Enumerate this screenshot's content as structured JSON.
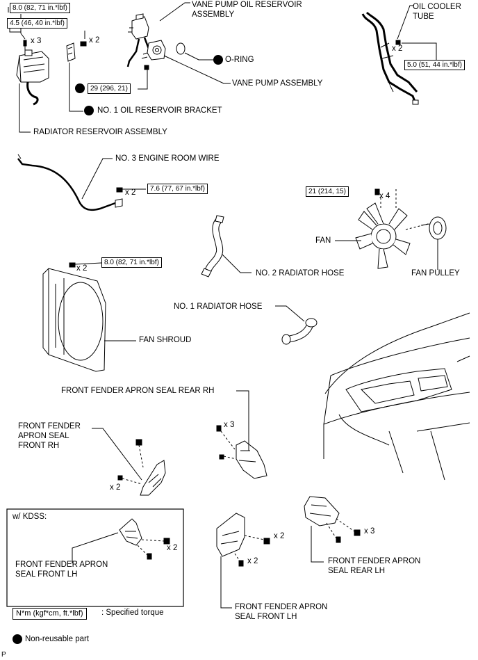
{
  "labels": {
    "vane_pump_oil_reservoir": "VANE PUMP OIL RESERVOIR\nASSEMBLY",
    "oil_cooler_tube": "OIL COOLER\nTUBE",
    "o_ring": "O-RING",
    "vane_pump_assembly": "VANE PUMP ASSEMBLY",
    "no1_oil_reservoir_bracket": "NO. 1 OIL RESERVOIR BRACKET",
    "radiator_reservoir_assembly": "RADIATOR RESERVOIR ASSEMBLY",
    "no3_engine_room_wire": "NO. 3 ENGINE ROOM WIRE",
    "fan": "FAN",
    "fan_pulley": "FAN PULLEY",
    "no2_radiator_hose": "NO. 2 RADIATOR HOSE",
    "no1_radiator_hose": "NO. 1 RADIATOR HOSE",
    "fan_shroud": "FAN SHROUD",
    "front_fender_apron_seal_rear_rh": "FRONT FENDER APRON SEAL REAR RH",
    "front_fender_apron_seal_front_rh": "FRONT FENDER\nAPRON SEAL\nFRONT RH",
    "w_kdss": "w/ KDSS:",
    "front_fender_apron_seal_front_lh_kdss": "FRONT FENDER APRON\nSEAL FRONT LH",
    "front_fender_apron_seal_front_lh": "FRONT FENDER APRON\nSEAL FRONT LH",
    "front_fender_apron_seal_rear_lh": "FRONT FENDER APRON\nSEAL REAR LH"
  },
  "torques": {
    "t1": "8.0 (82, 71 in.*lbf)",
    "t2": "4.5 (46, 40 in.*lbf)",
    "t3": "29 (296, 21)",
    "t4": "5.0 (51, 44 in.*lbf)",
    "t5": "7.6 (77, 67 in.*lbf)",
    "t6": "21 (214, 15)",
    "t7": "8.0 (82, 71 in.*lbf)"
  },
  "quantities": {
    "q_res_bolt": "x 3",
    "q_bracket_bolt": "x 2",
    "q_oil_cooler": "x 2",
    "q_wire": "x 2",
    "q_fan": "x 4",
    "q_shroud": "x 2",
    "q_rear_rh": "x 3",
    "q_front_rh": "x 2",
    "q_kdss": "x 2",
    "q_front_lh_top": "x 2",
    "q_front_lh_bot": "x 2",
    "q_rear_lh": "x 3"
  },
  "legend": {
    "torque_unit": "N*m (kgf*cm, ft.*lbf)",
    "torque_desc": ": Specified torque",
    "non_reusable": "Non-reusable part"
  },
  "corner_mark": "P",
  "colors": {
    "line": "#000000",
    "background": "#ffffff"
  }
}
